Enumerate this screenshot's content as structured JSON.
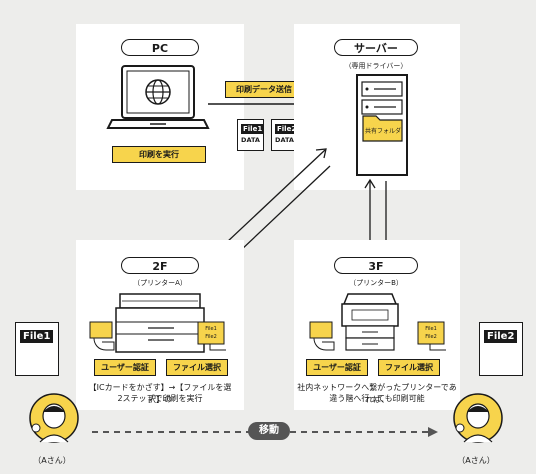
{
  "pc": {
    "title": "PC",
    "exec_button": "印刷を実行",
    "send_label": "印刷データ送信"
  },
  "server": {
    "title": "サーバー",
    "driver": "（専用ドライバー）",
    "folder": "共有フォルダ"
  },
  "files": [
    {
      "name": "File1",
      "sub": "DATA"
    },
    {
      "name": "File2",
      "sub": "DATA"
    }
  ],
  "floor2": {
    "title": "2F",
    "printer": "（プリンターA）",
    "auth_button": "ユーザー認証",
    "select_button": "ファイル選択",
    "screen_lines": [
      "File1",
      "File2"
    ],
    "caption_1": "【ICカードをかざす】→【ファイルを選択】の",
    "caption_2": "2ステップで印刷を実行"
  },
  "floor3": {
    "title": "3F",
    "printer": "（プリンターB）",
    "auth_button": "ユーザー認証",
    "select_button": "ファイル選択",
    "screen_lines": [
      "File1",
      "File2"
    ],
    "caption_1": "社内ネットワークへ繋がったプリンターであれば、",
    "caption_2": "違う階へ行っても印刷可能"
  },
  "left_user": {
    "file": "File1",
    "name": "（Aさん）"
  },
  "right_user": {
    "file": "File2",
    "name": "（Aさん）"
  },
  "move_label": "移動",
  "colors": {
    "accent": "#f7d44c",
    "panel": "#ffffff",
    "background": "#ededeb",
    "ink": "#1a1a1a"
  }
}
